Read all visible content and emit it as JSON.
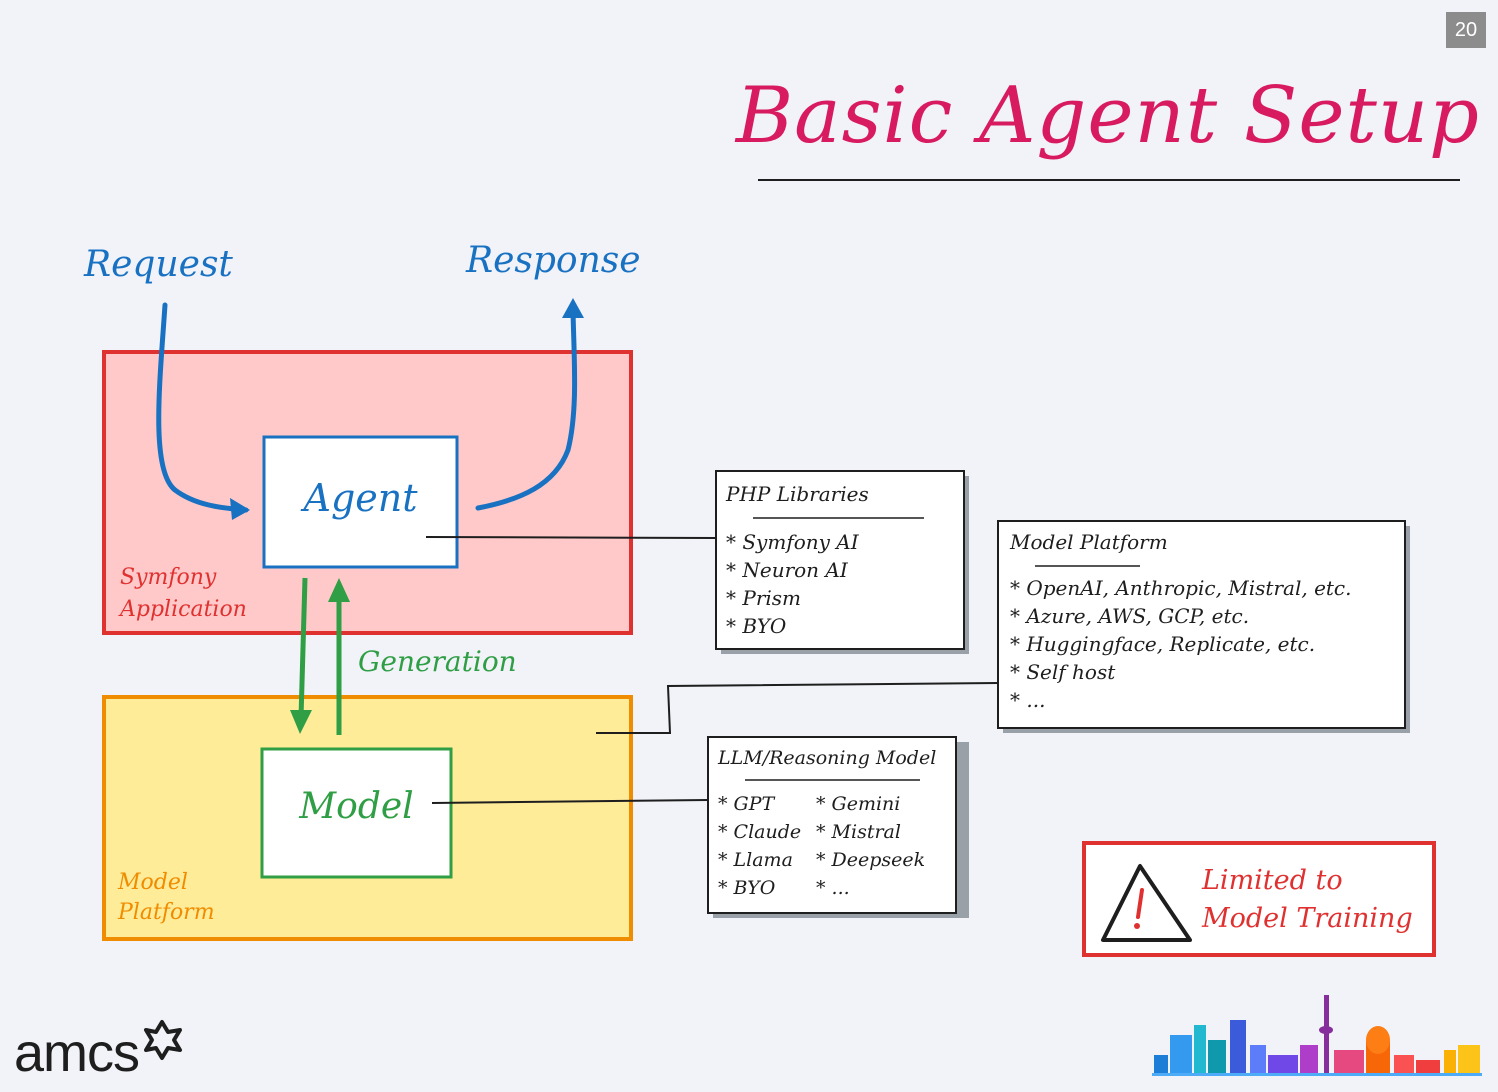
{
  "slide": {
    "number": "20",
    "title": "Basic Agent Setup"
  },
  "labels": {
    "request": "Request",
    "response": "Response",
    "generation": "Generation",
    "agent": "Agent",
    "model": "Model",
    "symfony_app_line1": "Symfony",
    "symfony_app_line2": "Application",
    "model_platform_line1": "Model",
    "model_platform_line2": "Platform"
  },
  "notes": {
    "php_libraries": {
      "title": "PHP Libraries",
      "items": [
        "* Symfony AI",
        "* Neuron AI",
        "* Prism",
        "* BYO"
      ]
    },
    "model_platform": {
      "title": "Model Platform",
      "items": [
        "* OpenAI, Anthropic, Mistral, etc.",
        "* Azure, AWS, GCP, etc.",
        "* Huggingface, Replicate, etc.",
        "* Self host",
        "* ..."
      ]
    },
    "llm_models": {
      "title": "LLM/Reasoning Model",
      "col1": [
        "* GPT",
        "* Claude",
        "* Llama",
        "* BYO"
      ],
      "col2": [
        "* Gemini",
        "* Mistral",
        "* Deepseek",
        "* ..."
      ]
    }
  },
  "warning": {
    "line1": "Limited to",
    "line2": "Model Training",
    "icon": "warning-triangle-icon"
  },
  "branding": {
    "logo": "amcs",
    "skyline": "city-skyline-icon"
  },
  "colors": {
    "title": "#d81b60",
    "blue": "#1971c2",
    "green": "#2f9e44",
    "red": "#e03131",
    "red_fill": "#ffc9c9",
    "orange": "#f08c00",
    "yellow_fill": "#ffec99"
  }
}
